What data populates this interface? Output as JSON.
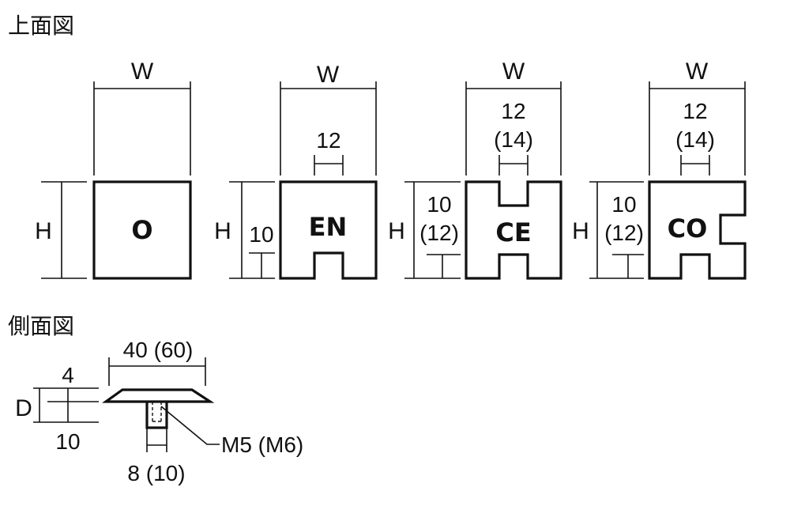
{
  "top_view": {
    "title": "上面図",
    "shapes": [
      {
        "code": "O",
        "width_label": "W",
        "height_label": "H"
      },
      {
        "code": "EN",
        "width_label": "W",
        "height_label": "H",
        "slot_label": "12",
        "depth_label": "10"
      },
      {
        "code": "CE",
        "width_label": "W",
        "height_label": "H",
        "slot_label": "12",
        "slot_label_alt": "(14)",
        "depth_label": "10",
        "depth_label_alt": "(12)"
      },
      {
        "code": "CO",
        "width_label": "W",
        "height_label": "H",
        "slot_label": "12",
        "slot_label_alt": "(14)",
        "depth_label": "10",
        "depth_label_alt": "(12)"
      }
    ]
  },
  "side_view": {
    "title": "側面図",
    "length_label": "40 (60)",
    "depth_label": "D",
    "top_label": "4",
    "bottom_label": "10",
    "stem_label": "8 (10)",
    "thread_label": "M5 (M6)"
  }
}
